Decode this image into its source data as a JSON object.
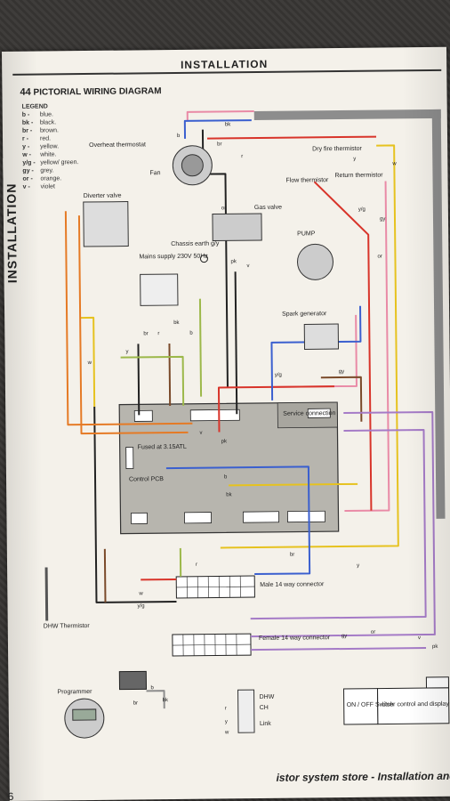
{
  "header": {
    "section": "INSTALLATION",
    "side_label": "INSTALLATION"
  },
  "figure": {
    "number": "44",
    "title": "PICTORIAL WIRING DIAGRAM"
  },
  "legend": {
    "heading": "LEGEND",
    "items": [
      {
        "code": "b",
        "name": "blue."
      },
      {
        "code": "bk",
        "name": "black."
      },
      {
        "code": "br",
        "name": "brown."
      },
      {
        "code": "r",
        "name": "red."
      },
      {
        "code": "y",
        "name": "yellow."
      },
      {
        "code": "w",
        "name": "white."
      },
      {
        "code": "y/g",
        "name": "yellow/ green."
      },
      {
        "code": "gy",
        "name": "grey."
      },
      {
        "code": "or",
        "name": "orange."
      },
      {
        "code": "v",
        "name": "violet"
      }
    ]
  },
  "components": {
    "overheat": "Overheat thermostat",
    "fan": "Fan",
    "diverter": "Diverter valve",
    "dry_fire": "Dry fire thermistor",
    "flow": "Flow thermistor",
    "return": "Return thermistor",
    "gas_valve": "Gas valve",
    "pump": "PUMP",
    "chassis": "Chassis earth g/y",
    "mains": "Mains supply 230V 50Hz",
    "spark": "Spark generator",
    "service": "Service connection",
    "fused": "Fused at 3.15ATL",
    "pcb": "Control PCB",
    "male14": "Male 14 way connector",
    "dhw_therm": "DHW Thermistor",
    "female14": "Female 14 way connector",
    "programmer": "Programmer",
    "dhw": "DHW",
    "ch": "CH",
    "link": "Link",
    "onoff": "ON / OFF Switch",
    "user_ctrl": "User control and display"
  },
  "wire_labels": [
    "b",
    "bk",
    "br",
    "r",
    "y",
    "w",
    "y/g",
    "gy",
    "or",
    "v",
    "pk"
  ],
  "footer": {
    "page": "6",
    "text": "istor system store - Installation and Se"
  },
  "colors": {
    "blue": "#3a5fcf",
    "black": "#222222",
    "brown": "#7a4a2a",
    "red": "#d8342a",
    "yellow": "#e6c21f",
    "white": "#e8e6df",
    "yellow_green": "#9cb84a",
    "grey": "#8d8d8d",
    "orange": "#e57a25",
    "violet": "#a57bc7",
    "pink": "#e98aa6"
  }
}
